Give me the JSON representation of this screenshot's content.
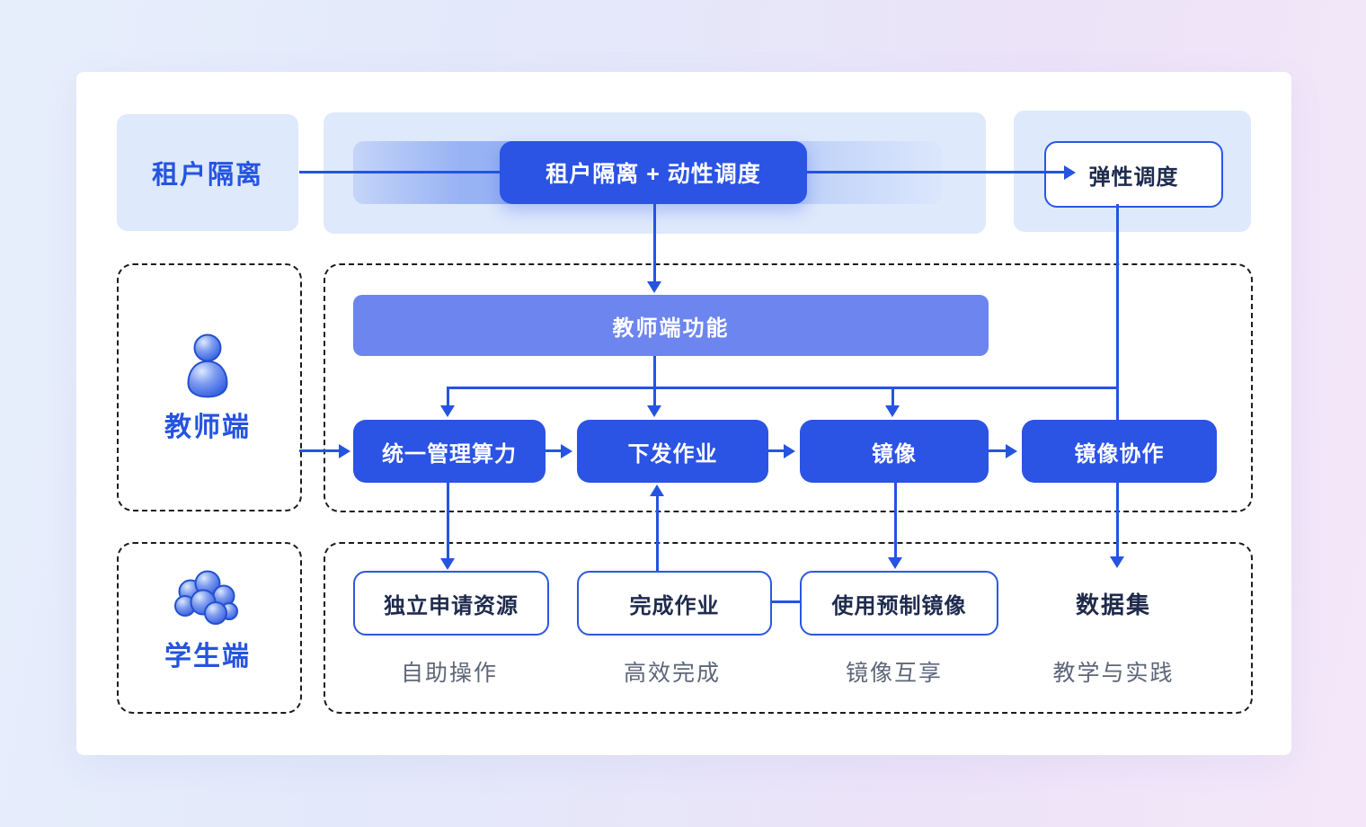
{
  "diagram": {
    "tenant_row": {
      "tenant_label": "租户隔离",
      "tenant_dynamic_scheduling": "租户隔离 + 动性调度",
      "elastic_scheduling": "弹性调度"
    },
    "teacher": {
      "side_label": "教师端",
      "function_bar": "教师端功能",
      "nodes": {
        "manage_compute": "统一管理算力",
        "assign_homework": "下发作业",
        "image": "镜像",
        "image_collaboration": "镜像协作"
      }
    },
    "student": {
      "side_label": "学生端",
      "nodes": {
        "request_resources": "独立申请资源",
        "complete_homework": "完成作业",
        "use_prebuilt_image": "使用预制镜像",
        "dataset": "数据集"
      },
      "captions": {
        "self_service": "自助操作",
        "efficient_completion": "高效完成",
        "image_sharing": "镜像互享",
        "teaching_practice": "教学与实践"
      }
    },
    "icons": {
      "teacher": "person-icon",
      "student": "people-group-icon"
    },
    "colors": {
      "accent_blue": "#2554e0",
      "button_blue": "#2b53e4",
      "bar_blue": "#6d85ef",
      "panel_light_blue": "#dfe9fc",
      "navy_text": "#1e2b4e",
      "gray_text": "#5d6678"
    }
  }
}
